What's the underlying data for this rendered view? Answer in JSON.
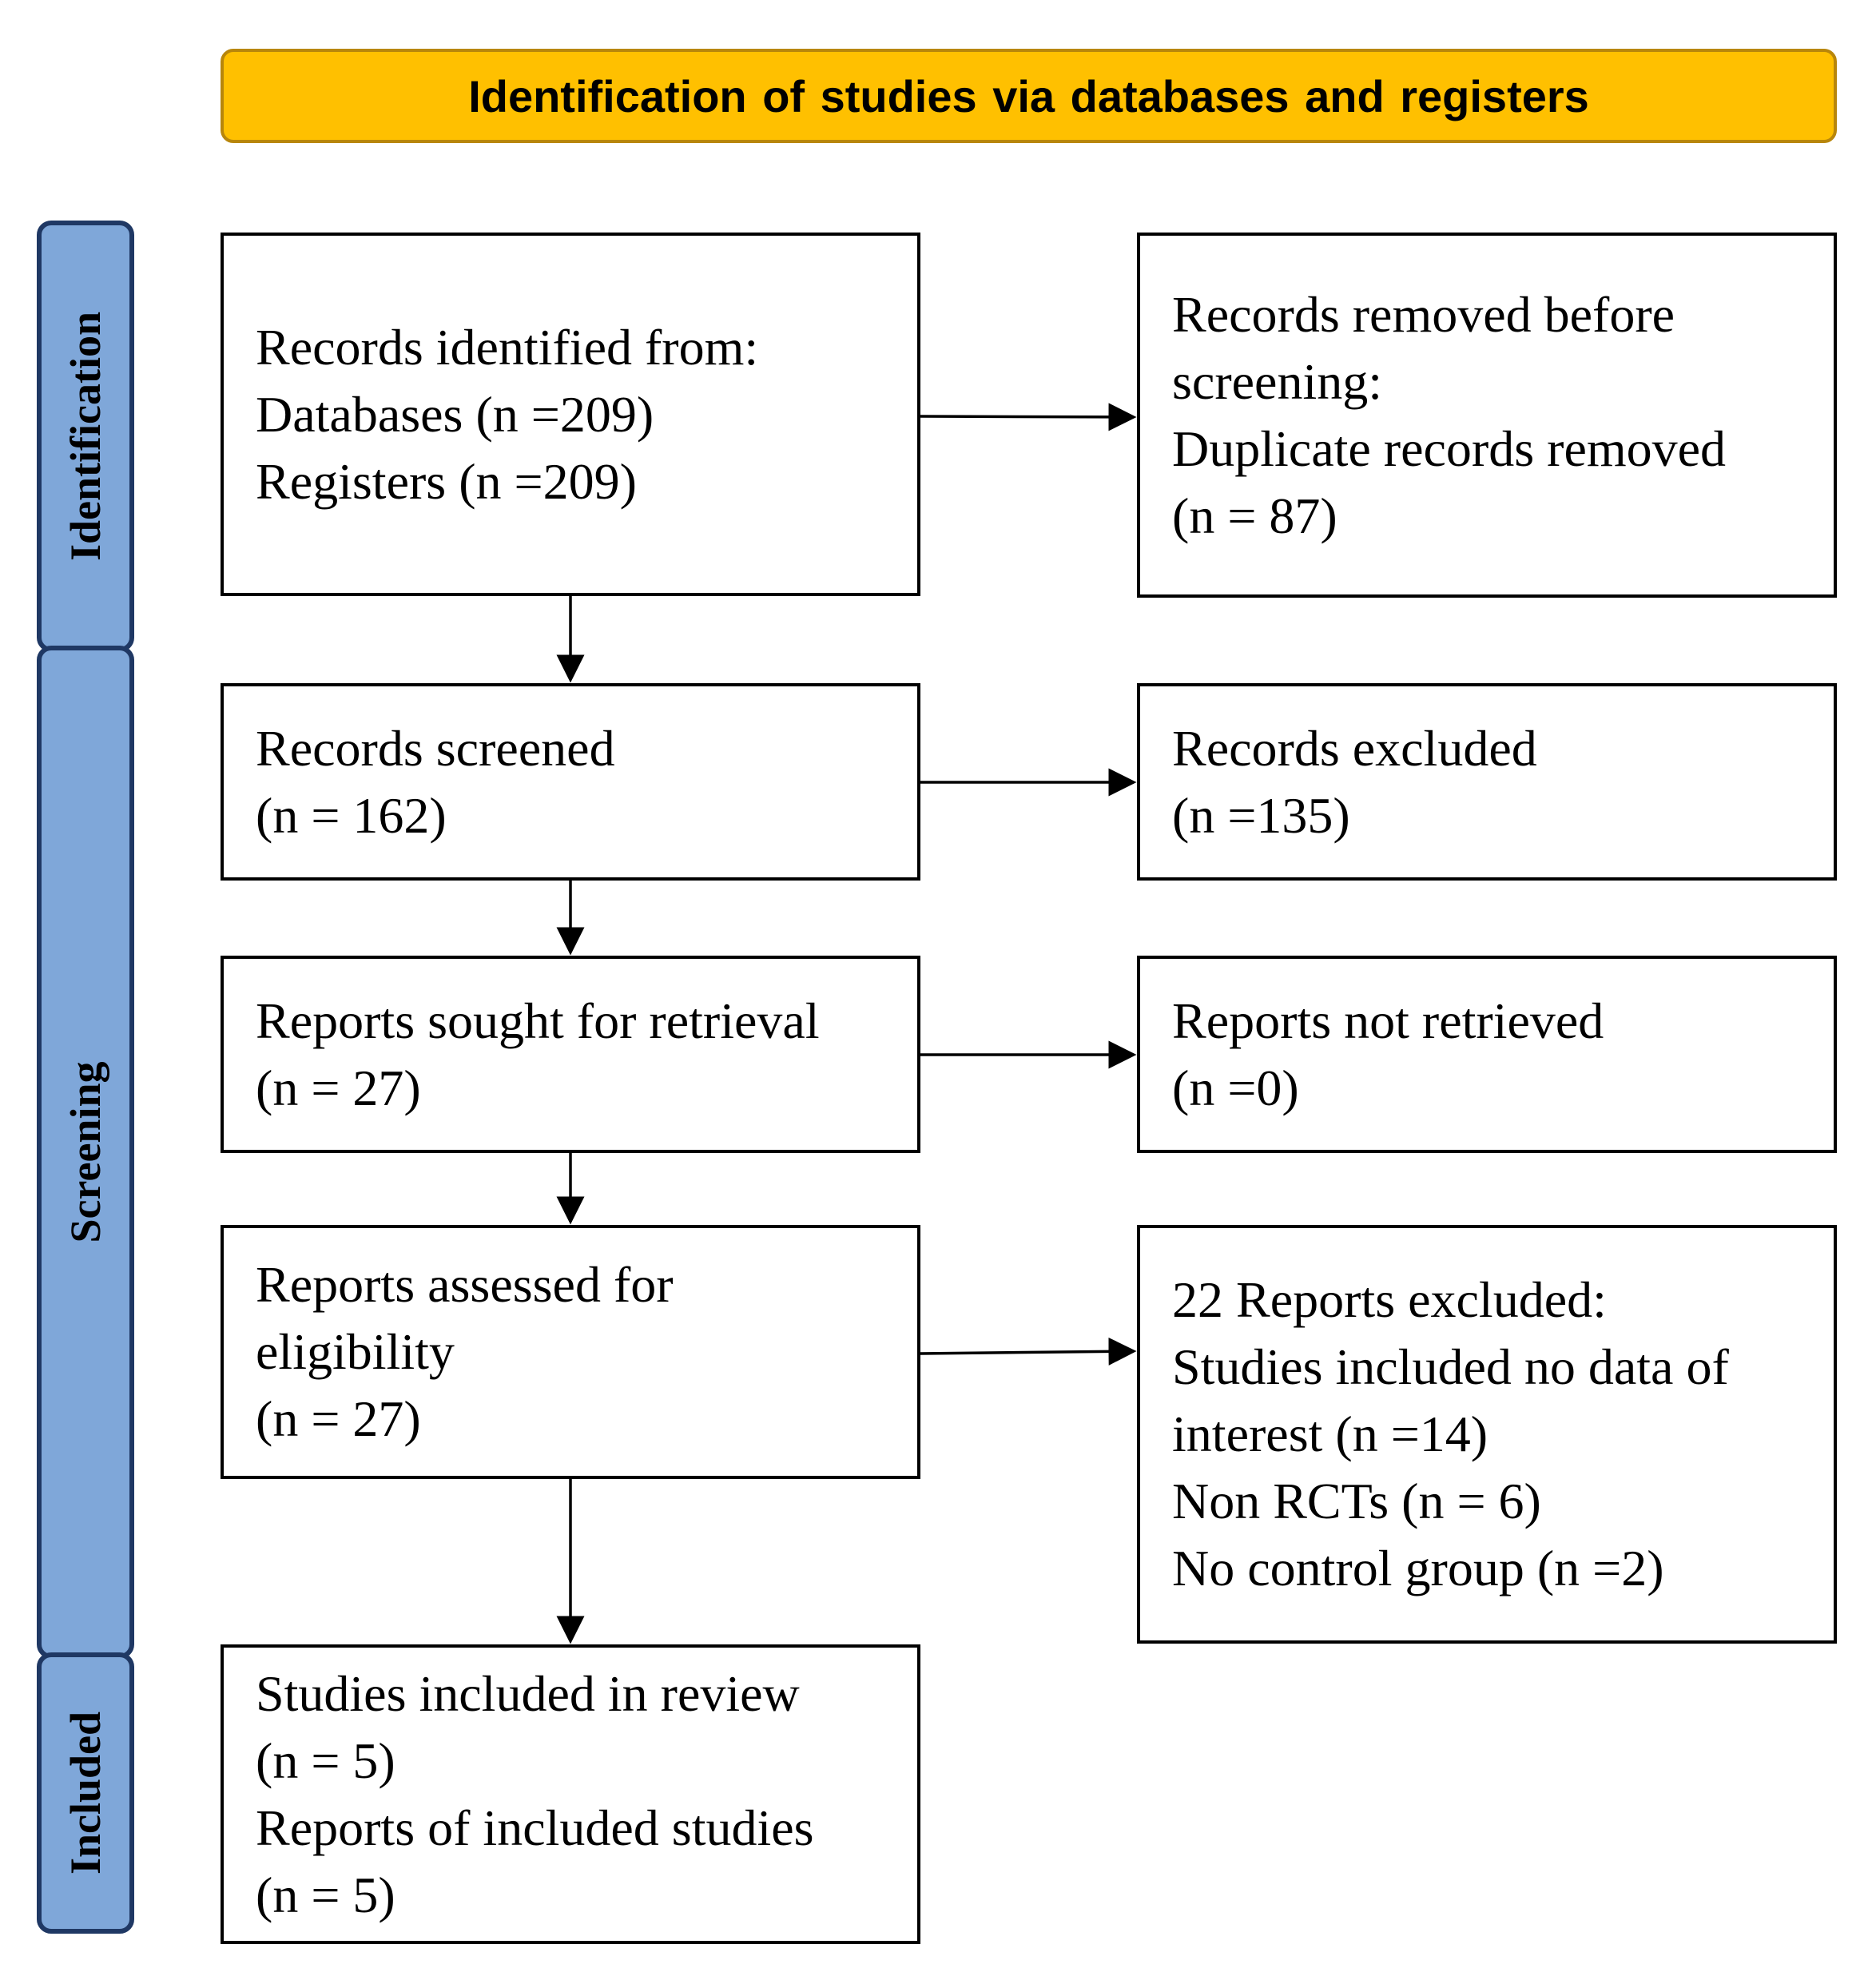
{
  "header": {
    "title": "Identification  of studies  via databases  and registers"
  },
  "phases": {
    "identification": "Identification",
    "screening": "Screening",
    "included": "Included"
  },
  "boxes": {
    "identified": {
      "lines": [
        "Records identified  from:",
        "Databases (n =209)",
        "Registers (n =209)"
      ]
    },
    "removed": {
      "lines": [
        "Records removed before",
        "screening:",
        "Duplicate records removed",
        "(n = 87)"
      ]
    },
    "screened": {
      "lines": [
        "Records screened",
        "(n = 162)"
      ]
    },
    "excluded": {
      "lines": [
        "Records excluded",
        "(n =135)"
      ]
    },
    "sought": {
      "lines": [
        "Reports sought for retrieval",
        "(n = 27)"
      ]
    },
    "not_retrieved": {
      "lines": [
        "Reports not retrieved",
        "(n =0)"
      ]
    },
    "assessed": {
      "lines": [
        "Reports assessed for",
        "eligibility",
        "(n = 27)"
      ]
    },
    "reports_excluded": {
      "lines": [
        "22 Reports excluded:",
        "Studies included no data of",
        "interest (n =14)",
        "Non RCTs (n = 6)",
        "No control group (n =2)"
      ]
    },
    "included": {
      "lines": [
        "Studies included in review",
        "(n = 5)",
        "Reports of included studies",
        "(n = 5)"
      ]
    }
  },
  "colors": {
    "header_fill": "#ffc000",
    "phase_fill": "#7fa7d9",
    "phase_border": "#1f3864"
  }
}
